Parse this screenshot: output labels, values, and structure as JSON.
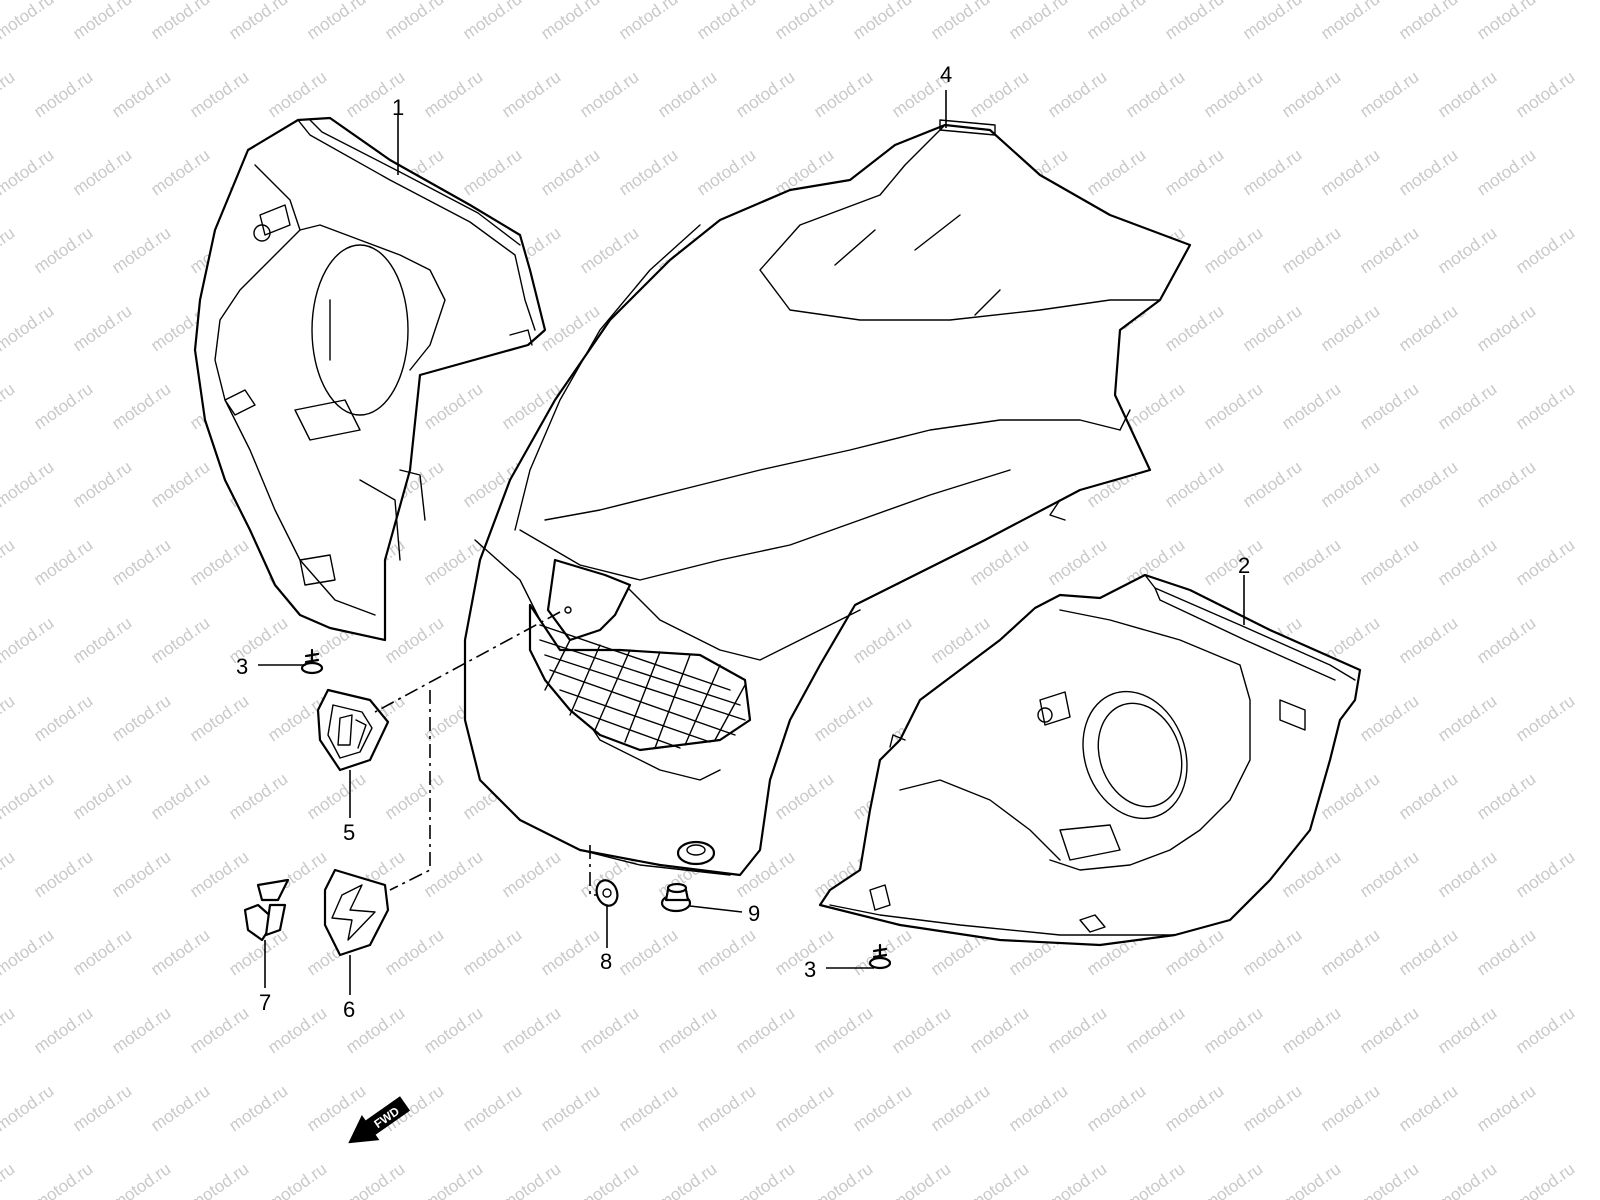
{
  "watermark": {
    "text": "motod.ru",
    "color": "#c9c9c9"
  },
  "diagram": {
    "callouts": [
      {
        "id": "c1",
        "label": "1"
      },
      {
        "id": "c2",
        "label": "2"
      },
      {
        "id": "c3a",
        "label": "3"
      },
      {
        "id": "c3b",
        "label": "3"
      },
      {
        "id": "c4",
        "label": "4"
      },
      {
        "id": "c5",
        "label": "5"
      },
      {
        "id": "c6",
        "label": "6"
      },
      {
        "id": "c7",
        "label": "7"
      },
      {
        "id": "c8",
        "label": "8"
      },
      {
        "id": "c9",
        "label": "9"
      }
    ],
    "direction_arrow": {
      "label": "FWD",
      "icon": "forward-arrow-icon"
    }
  },
  "colors": {
    "line": "#000000",
    "background": "#ffffff"
  }
}
